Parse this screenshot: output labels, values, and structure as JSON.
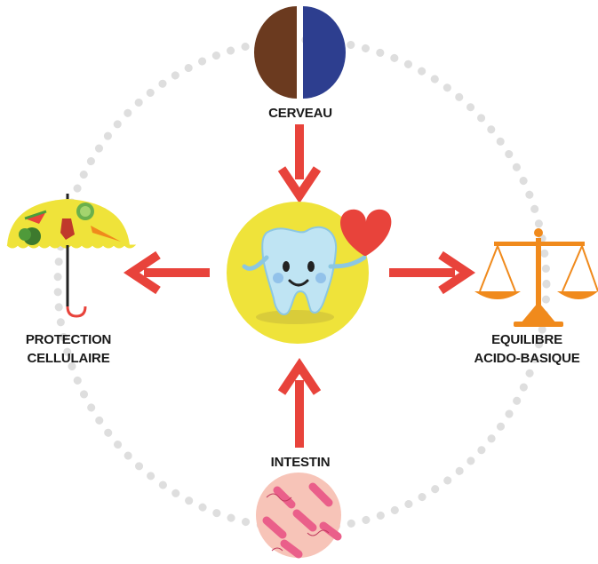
{
  "diagram": {
    "nodes": {
      "top": {
        "label": "CERVEAU",
        "icon": "brain-icon"
      },
      "left": {
        "label_line1": "PROTECTION",
        "label_line2": "CELLULAIRE",
        "icon": "fruit-umbrella-icon"
      },
      "right": {
        "label_line1": "EQUILIBRE",
        "label_line2": "ACIDO-BASIQUE",
        "icon": "balance-scale-icon"
      },
      "bottom": {
        "label": "INTESTIN",
        "icon": "bacteria-icon"
      },
      "center": {
        "icon": "happy-tooth-with-heart-icon"
      }
    },
    "colors": {
      "arrow": "#e8433b",
      "center_circle": "#efe33a",
      "ring_dots": "#dedede",
      "brain_left": "#6b3a1f",
      "brain_right": "#2d3e8f",
      "scale": "#f08a1c",
      "bacteria_bg": "#f7c4b8",
      "bacteria": "#ea5f8a"
    }
  }
}
